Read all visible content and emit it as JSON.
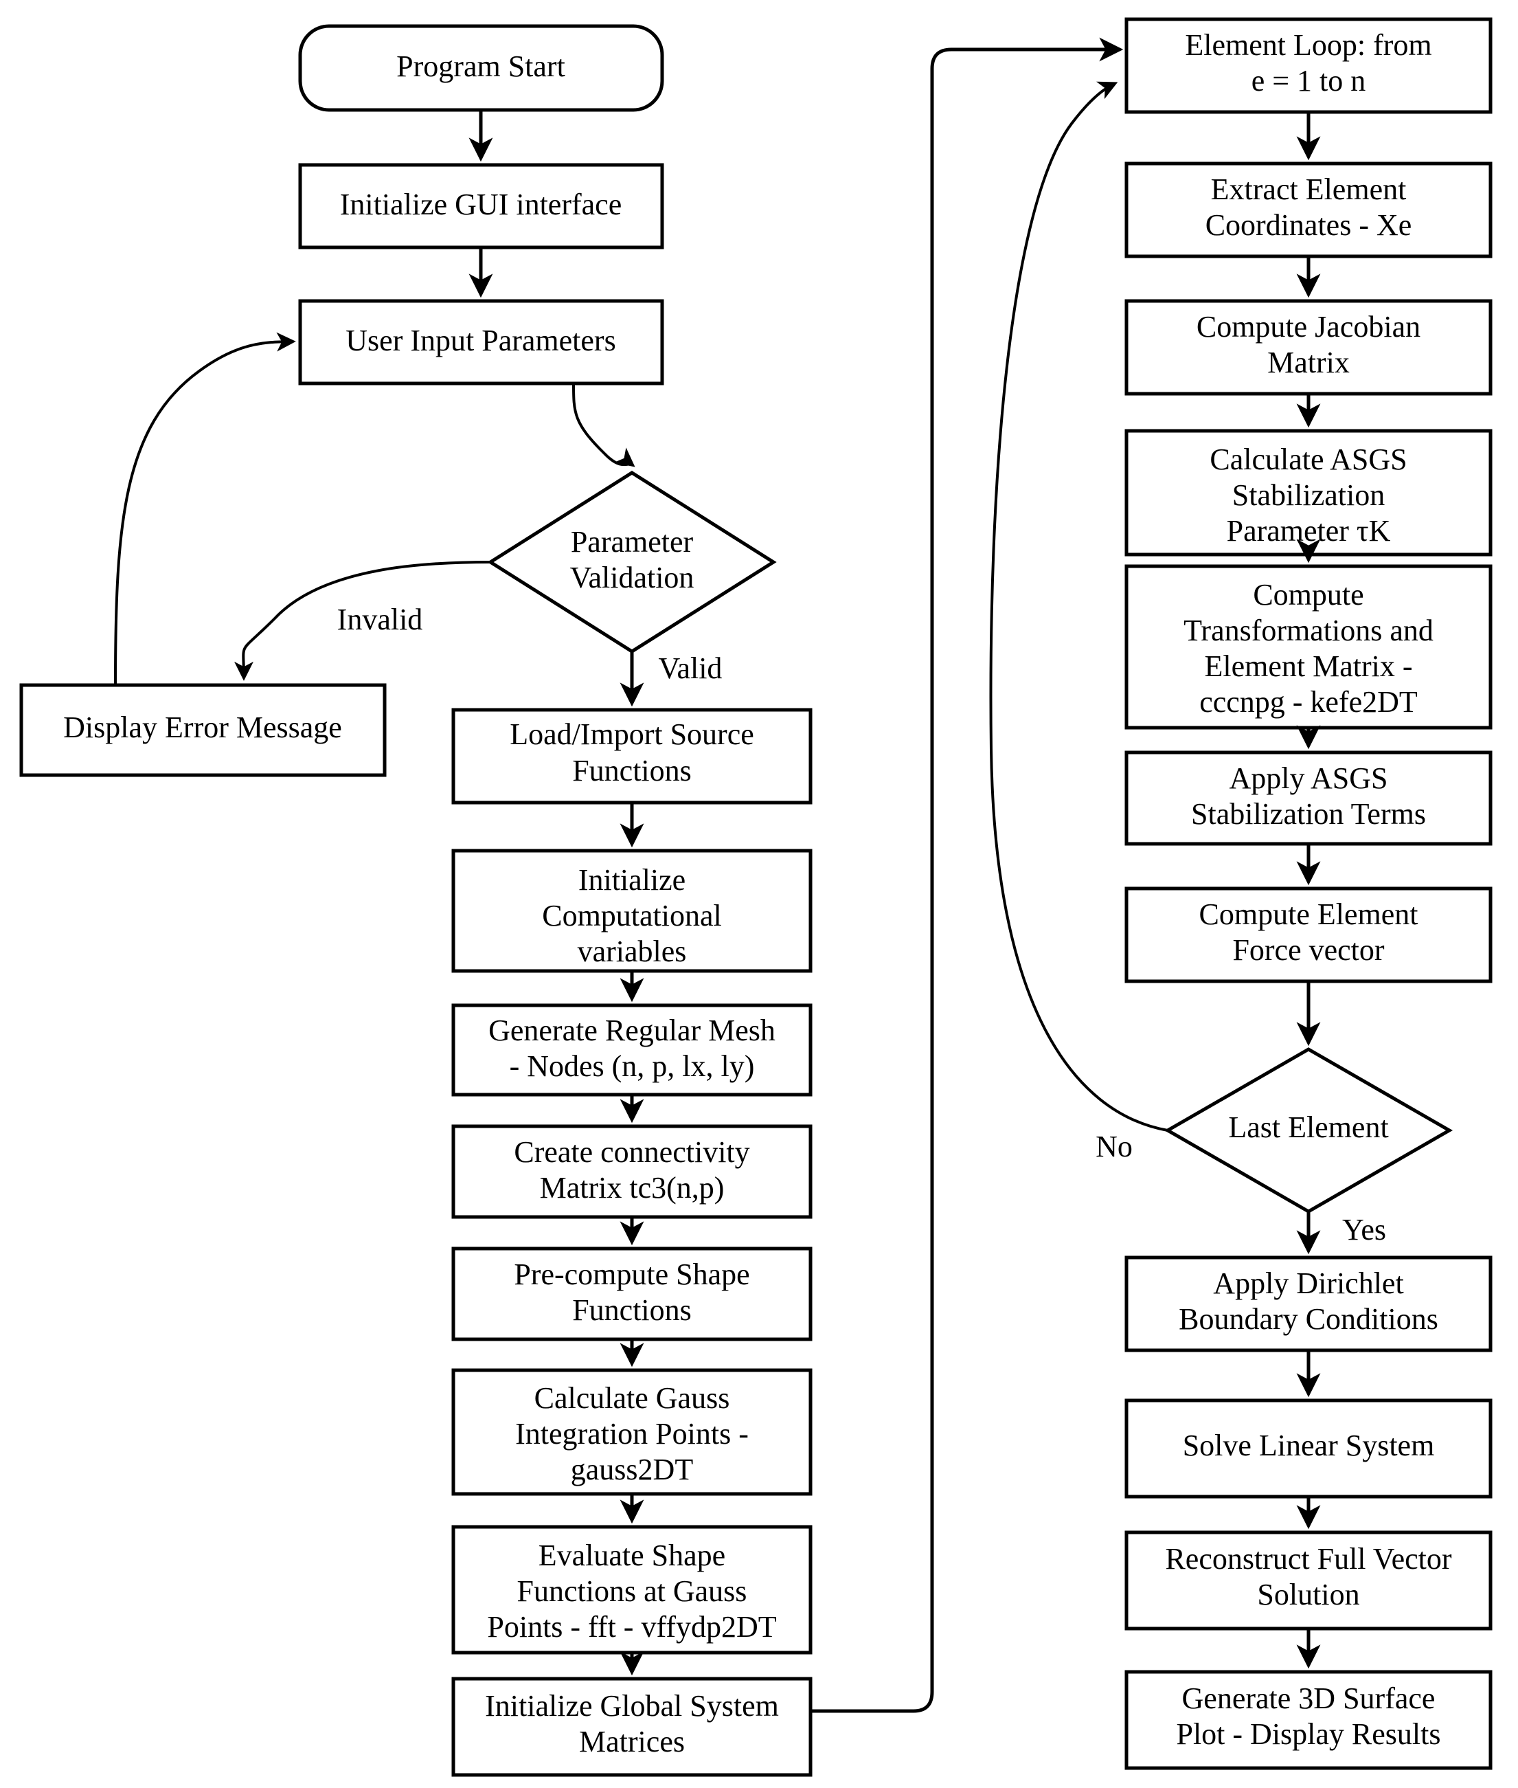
{
  "diagram": {
    "title": "FEM ASGS Program Flowchart",
    "style": {
      "stroke": "#000000",
      "fill": "#ffffff",
      "text": "#000000"
    },
    "nodes": [
      {
        "id": "program-start",
        "shape": "rounded",
        "lines": [
          "Program Start"
        ]
      },
      {
        "id": "initialize-gui",
        "shape": "rect",
        "lines": [
          "Initialize GUI interface"
        ]
      },
      {
        "id": "user-input",
        "shape": "rect",
        "lines": [
          "User Input Parameters"
        ]
      },
      {
        "id": "parameter-validation",
        "shape": "diamond",
        "lines": [
          "Parameter",
          "Validation"
        ]
      },
      {
        "id": "display-error",
        "shape": "rect",
        "lines": [
          "Display Error Message"
        ]
      },
      {
        "id": "load-source",
        "shape": "rect",
        "lines": [
          "Load/Import Source",
          "Functions"
        ]
      },
      {
        "id": "init-variables",
        "shape": "rect",
        "lines": [
          "Initialize",
          "Computational",
          "variables"
        ]
      },
      {
        "id": "generate-mesh",
        "shape": "rect",
        "lines": [
          "Generate Regular Mesh",
          "- Nodes (n, p, lx, ly)"
        ]
      },
      {
        "id": "connectivity-matrix",
        "shape": "rect",
        "lines": [
          "Create connectivity",
          "Matrix tc3(n,p)"
        ]
      },
      {
        "id": "precompute-shape",
        "shape": "rect",
        "lines": [
          "Pre-compute Shape",
          "Functions"
        ]
      },
      {
        "id": "gauss-points",
        "shape": "rect",
        "lines": [
          "Calculate Gauss",
          "Integration Points -",
          "gauss2DT"
        ]
      },
      {
        "id": "evaluate-shape",
        "shape": "rect",
        "lines": [
          "Evaluate Shape",
          "Functions at Gauss",
          "Points - fft - vffydp2DT"
        ]
      },
      {
        "id": "init-global",
        "shape": "rect",
        "lines": [
          "Initialize Global System",
          "Matrices"
        ]
      },
      {
        "id": "element-loop",
        "shape": "rect",
        "lines": [
          "Element Loop: from",
          "e =  1 to n"
        ]
      },
      {
        "id": "extract-coords",
        "shape": "rect",
        "lines": [
          "Extract Element",
          "Coordinates - Xe"
        ]
      },
      {
        "id": "jacobian",
        "shape": "rect",
        "lines": [
          "Compute Jacobian",
          "Matrix"
        ]
      },
      {
        "id": "asgs-tau",
        "shape": "rect",
        "lines": [
          "Calculate ASGS",
          "Stabilization",
          "Parameter τK"
        ]
      },
      {
        "id": "transformations",
        "shape": "rect",
        "lines": [
          "Compute",
          "Transformations and",
          "Element Matrix -",
          "cccnpg - kefe2DT"
        ]
      },
      {
        "id": "apply-asgs",
        "shape": "rect",
        "lines": [
          "Apply ASGS",
          "Stabilization Terms"
        ]
      },
      {
        "id": "force-vector",
        "shape": "rect",
        "lines": [
          "Compute Element",
          "Force vector"
        ]
      },
      {
        "id": "last-element",
        "shape": "diamond",
        "lines": [
          "Last Element"
        ]
      },
      {
        "id": "dirichlet",
        "shape": "rect",
        "lines": [
          "Apply Dirichlet",
          "Boundary Conditions"
        ]
      },
      {
        "id": "solve-linear",
        "shape": "rect",
        "lines": [
          "Solve Linear System"
        ]
      },
      {
        "id": "reconstruct",
        "shape": "rect",
        "lines": [
          "Reconstruct Full Vector",
          "Solution"
        ]
      },
      {
        "id": "surface-plot",
        "shape": "rect",
        "lines": [
          "Generate 3D Surface",
          "Plot - Display Results"
        ]
      }
    ],
    "edge_labels": [
      {
        "id": "edge-label-invalid",
        "text": "Invalid"
      },
      {
        "id": "edge-label-valid",
        "text": "Valid"
      },
      {
        "id": "edge-label-no",
        "text": "No"
      },
      {
        "id": "edge-label-yes",
        "text": "Yes"
      }
    ]
  }
}
